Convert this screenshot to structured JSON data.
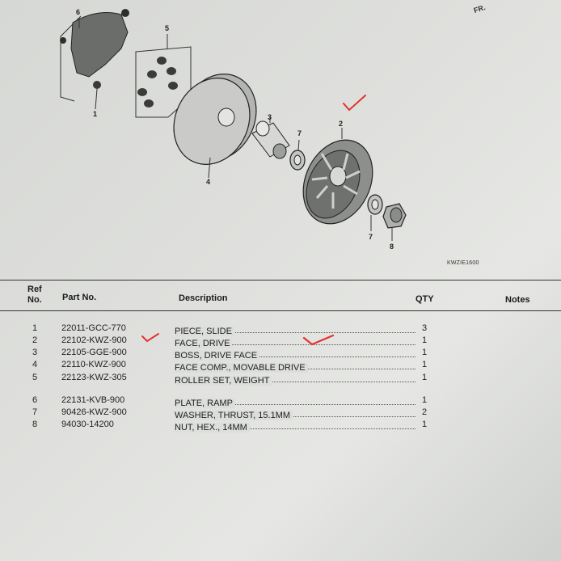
{
  "diagram": {
    "callouts": [
      "6",
      "5",
      "1",
      "3",
      "7",
      "2",
      "4",
      "7",
      "8"
    ],
    "code": "KWZIE1600",
    "direction_mark": "FR."
  },
  "table": {
    "headers": {
      "ref": "Ref\nNo.",
      "part": "Part No.",
      "description": "Description",
      "qty": "QTY",
      "notes": "Notes"
    },
    "rows": [
      {
        "ref": "1",
        "part": "22011-GCC-770",
        "description": "PIECE, SLIDE",
        "qty": "3"
      },
      {
        "ref": "2",
        "part": "22102-KWZ-900",
        "description": "FACE, DRIVE",
        "qty": "1"
      },
      {
        "ref": "3",
        "part": "22105-GGE-900",
        "description": "BOSS, DRIVE FACE",
        "qty": "1"
      },
      {
        "ref": "4",
        "part": "22110-KWZ-900",
        "description": "FACE COMP., MOVABLE DRIVE",
        "qty": "1"
      },
      {
        "ref": "5",
        "part": "22123-KWZ-305",
        "description": "ROLLER SET, WEIGHT",
        "qty": "1"
      },
      {
        "ref": "6",
        "part": "22131-KVB-900",
        "description": "PLATE, RAMP",
        "qty": "1"
      },
      {
        "ref": "7",
        "part": "90426-KWZ-900",
        "description": "WASHER, THRUST, 15.1MM",
        "qty": "2"
      },
      {
        "ref": "8",
        "part": "94030-14200",
        "description": "NUT, HEX., 14MM",
        "qty": "1"
      }
    ]
  },
  "colors": {
    "ink": "#1e1e1e",
    "check_mark": "#e2332b",
    "paper": "#dcdedb"
  }
}
